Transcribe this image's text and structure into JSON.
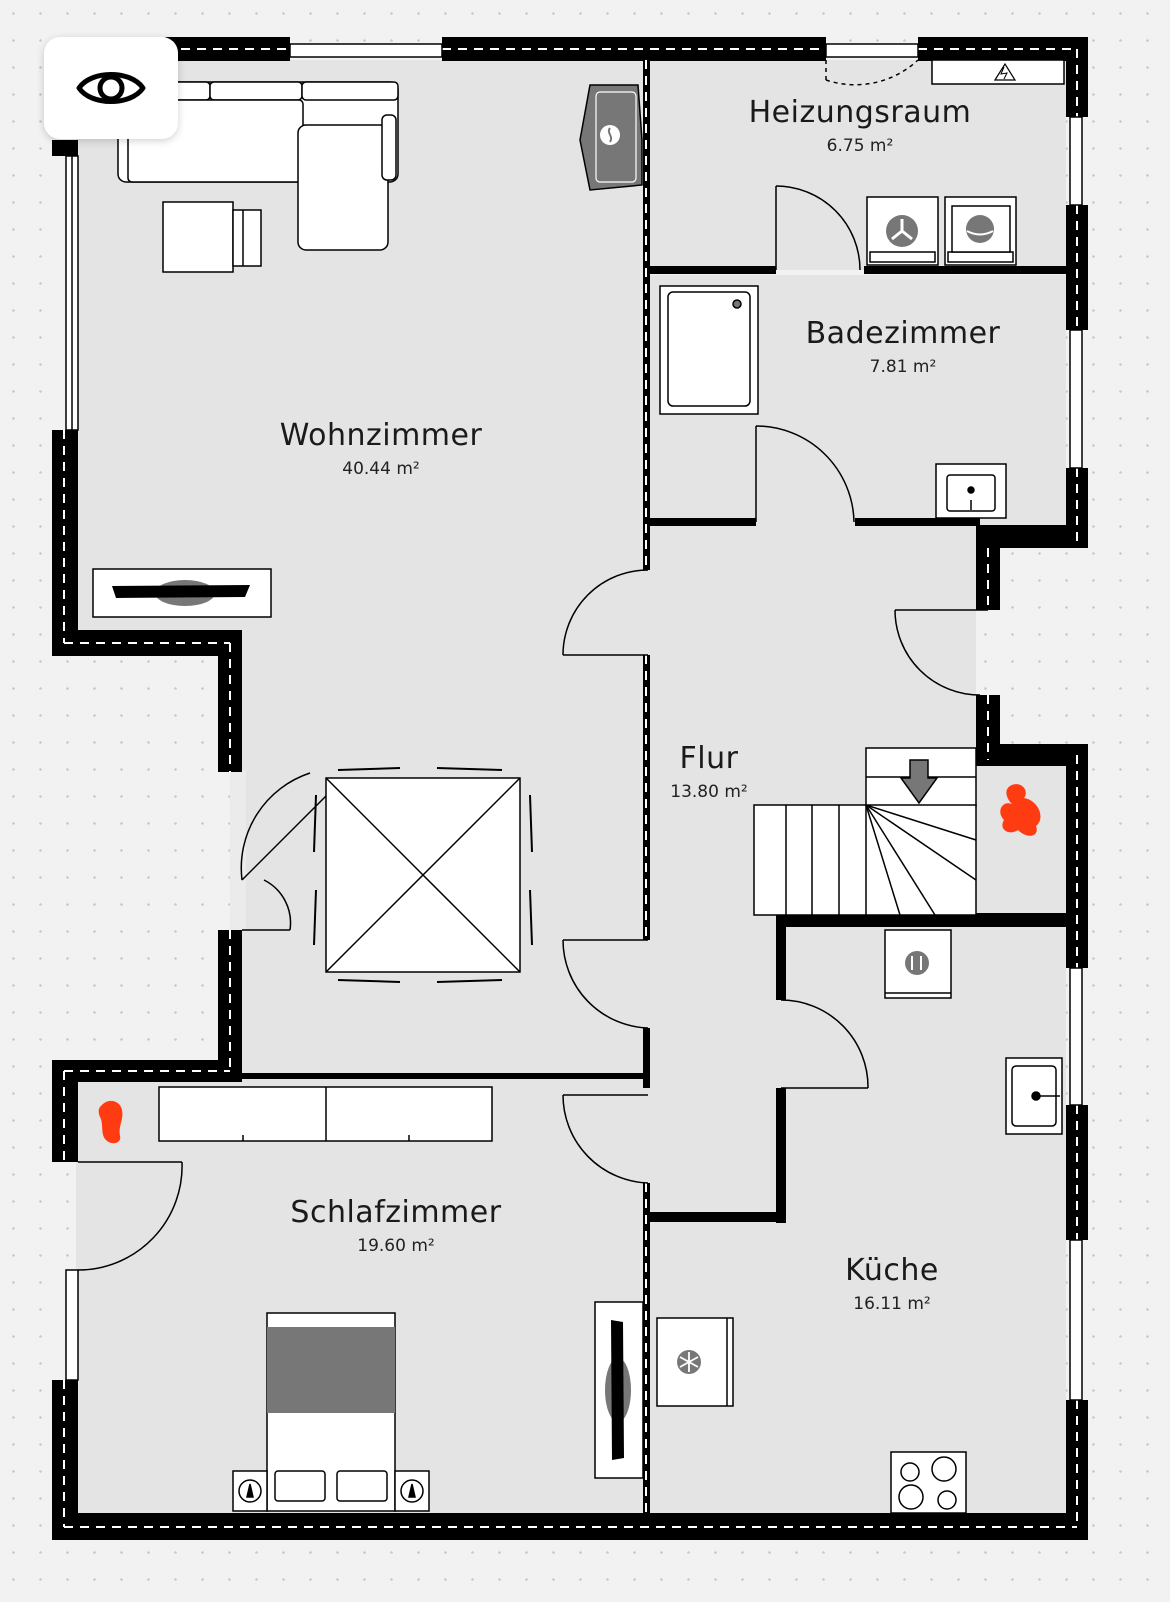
{
  "toolbar": {
    "view_toggle_icon": "eye-icon"
  },
  "rooms": [
    {
      "id": "wohnzimmer",
      "name": "Wohnzimmer",
      "area": "40.44 m²"
    },
    {
      "id": "heizungsraum",
      "name": "Heizungsraum",
      "area": "6.75 m²"
    },
    {
      "id": "badezimmer",
      "name": "Badezimmer",
      "area": "7.81 m²"
    },
    {
      "id": "flur",
      "name": "Flur",
      "area": "13.80 m²"
    },
    {
      "id": "schlafzimmer",
      "name": "Schlafzimmer",
      "area": "19.60 m²"
    },
    {
      "id": "kueche",
      "name": "Küche",
      "area": "16.11 m²"
    }
  ],
  "markers": [
    {
      "id": "marker-flur",
      "color": "#ff3b12"
    },
    {
      "id": "marker-schlafzimmer",
      "color": "#ff3b12"
    }
  ],
  "colors": {
    "wall": "#000000",
    "floor": "#e4e4e4",
    "outside": "#f2f2f3",
    "furniture_dark": "#777777"
  }
}
